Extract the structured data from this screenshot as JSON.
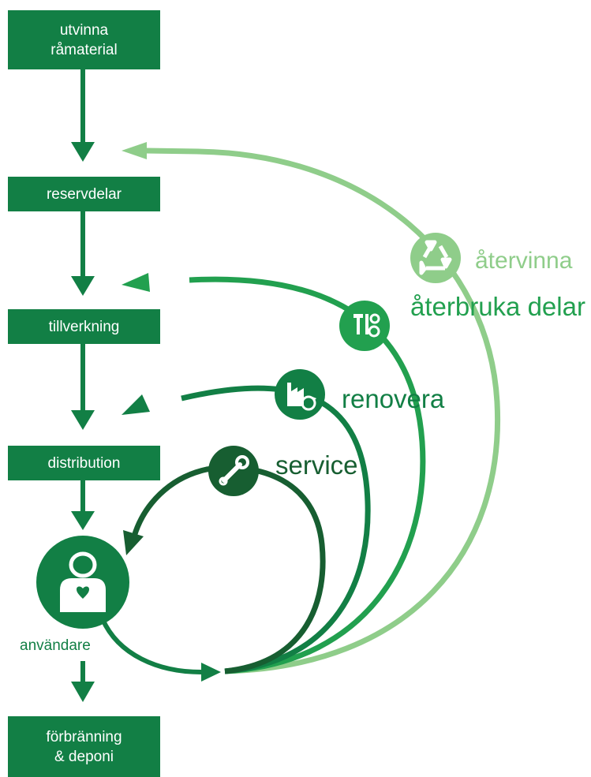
{
  "stages": [
    {
      "id": "extract",
      "label": "utvinna\nråmaterial"
    },
    {
      "id": "parts",
      "label": "reservdelar"
    },
    {
      "id": "manufacturing",
      "label": "tillverkning"
    },
    {
      "id": "distribution",
      "label": "distribution"
    },
    {
      "id": "disposal",
      "label": "förbränning\n& deponi"
    }
  ],
  "user": {
    "label": "användare",
    "icon": "user-heart-icon"
  },
  "loops": [
    {
      "id": "service",
      "label": "service",
      "icon": "wrench-icon",
      "color": "#175e31"
    },
    {
      "id": "renovate",
      "label": "renovera",
      "icon": "factory-refresh-icon",
      "color": "#127f45"
    },
    {
      "id": "reuse",
      "label": "återbruka delar",
      "icon": "tools-gear-icon",
      "color": "#22a04f"
    },
    {
      "id": "recycle",
      "label": "återvinna",
      "icon": "recycle-icon",
      "color": "#8fcd8a"
    }
  ],
  "colors": {
    "primary": "#127f45",
    "white": "#ffffff"
  }
}
